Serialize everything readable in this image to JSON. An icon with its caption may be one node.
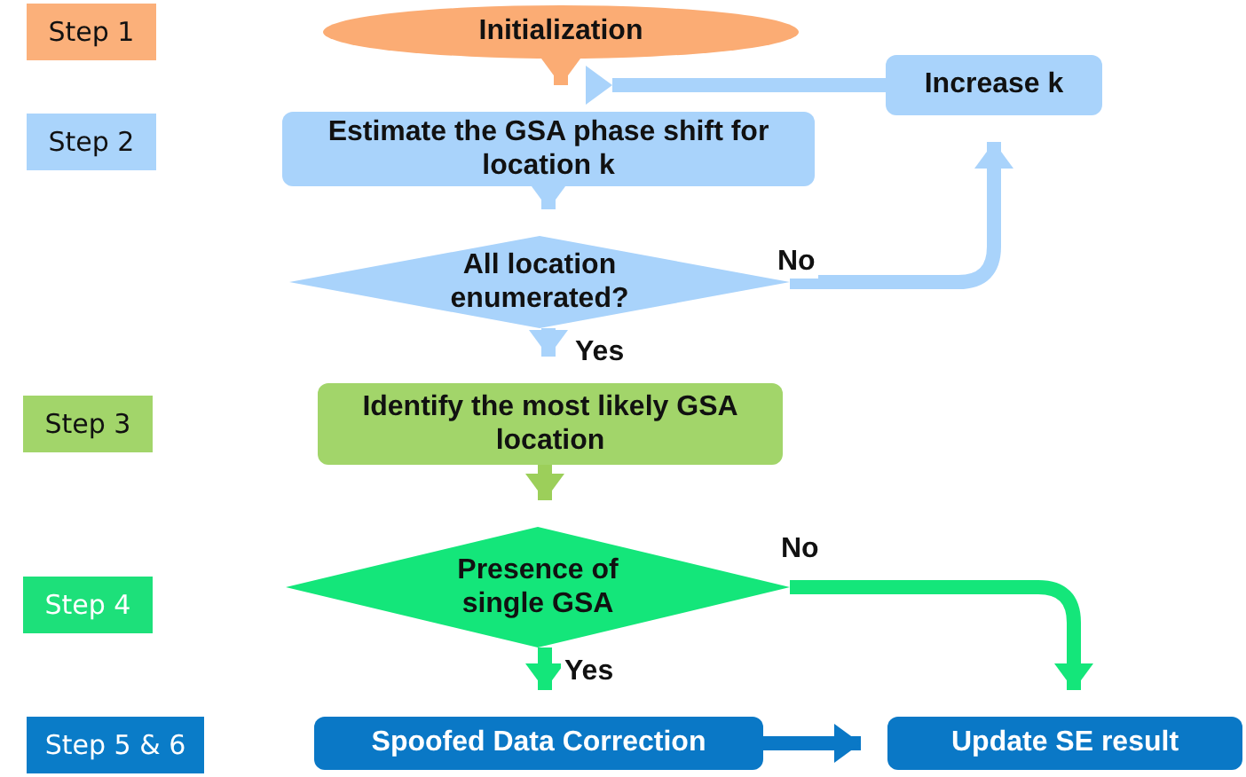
{
  "diagram": {
    "nodes": [
      {
        "text": [
          "Step 1"
        ]
      },
      {
        "text": [
          "Initialization"
        ]
      },
      {
        "text": [
          "Increase k"
        ]
      },
      {
        "text": [
          "Step 2"
        ]
      },
      {
        "text": [
          "Estimate the GSA phase shift for location k"
        ]
      },
      {
        "text": [
          "All location enumerated?"
        ]
      },
      {
        "text": [
          "Step 3"
        ]
      },
      {
        "text": [
          "Identify the most likely GSA location"
        ]
      },
      {
        "text": [
          "Step 4"
        ]
      },
      {
        "text": [
          "Presence of single GSA"
        ]
      },
      {
        "text": [
          "Step 5 & 6"
        ]
      },
      {
        "text": [
          "Spoofed Data Correction"
        ]
      },
      {
        "text": [
          "Update SE result"
        ]
      }
    ],
    "edges": [
      {
        "from": 1,
        "to": 4,
        "arrow": "to",
        "color": "#fbac74"
      },
      {
        "from": 2,
        "to": 4,
        "arrow": "to"
      },
      {
        "from": 4,
        "to": 5,
        "arrow": "to"
      },
      {
        "from": 5,
        "to": 7,
        "arrow": "to",
        "label": "Yes"
      },
      {
        "from": 5,
        "to": 2,
        "arrow": "to",
        "label": "No"
      },
      {
        "from": 7,
        "to": 9,
        "arrow": "to",
        "color": "#9ccf5a"
      },
      {
        "from": 9,
        "to": 11,
        "arrow": "to",
        "color": "#14e67a",
        "label": "Yes"
      },
      {
        "from": 9,
        "to": 12,
        "arrow": "to",
        "color": "#14e67a",
        "label": "No"
      },
      {
        "from": 11,
        "to": 12,
        "arrow": "to",
        "color": "#0a78c6"
      }
    ]
  }
}
